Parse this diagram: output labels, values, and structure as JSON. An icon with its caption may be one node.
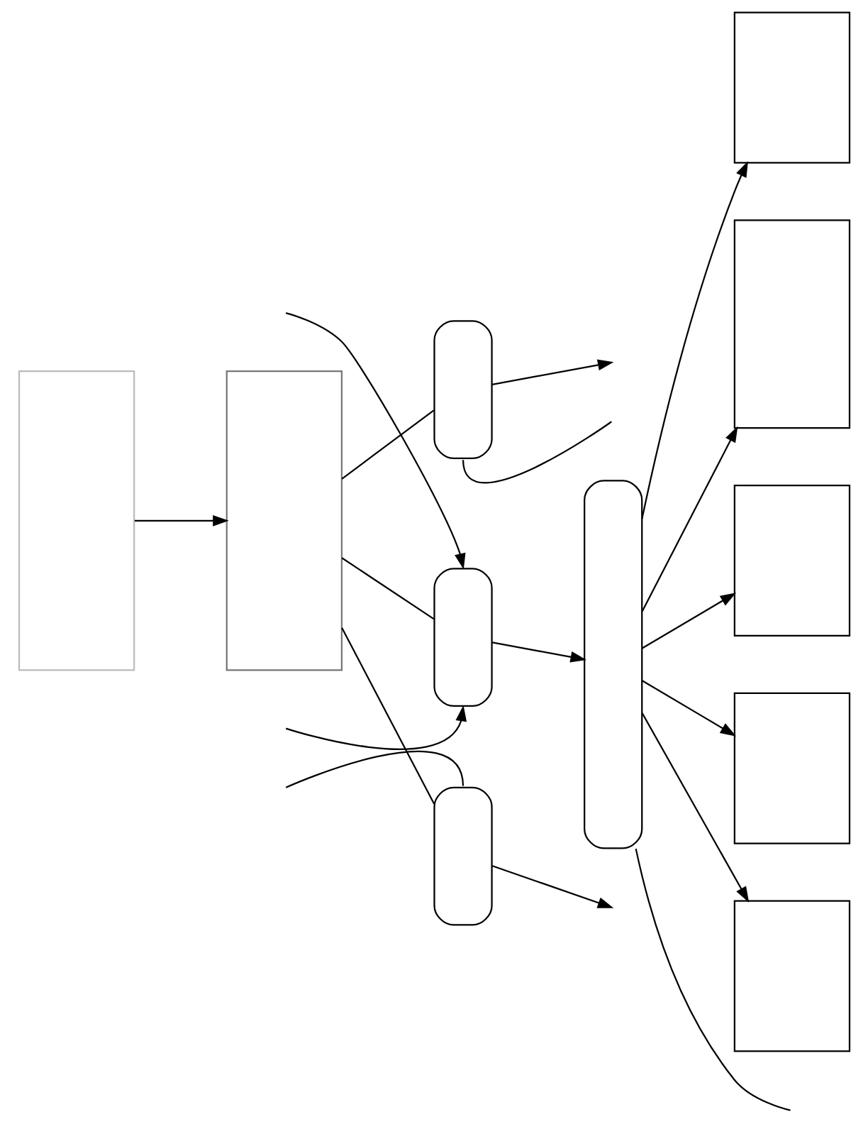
{
  "diagram": {
    "nodes": [
      {
        "text": [],
        "shape": "box"
      },
      {
        "text": [],
        "shape": "box"
      },
      {
        "text": [],
        "shape": "capsule"
      },
      {
        "text": [],
        "shape": "capsule"
      },
      {
        "text": [],
        "shape": "capsule"
      },
      {
        "text": [],
        "shape": "capsule"
      },
      {
        "text": [],
        "shape": "box"
      },
      {
        "text": [],
        "shape": "box"
      },
      {
        "text": [],
        "shape": "box"
      },
      {
        "text": [],
        "shape": "box"
      },
      {
        "text": [],
        "shape": "box"
      }
    ],
    "edges": [
      {
        "from": 0,
        "to": 1,
        "arrow": "to"
      },
      {
        "from": 1,
        "to": 2,
        "arrow": "none"
      },
      {
        "from": 1,
        "to": 3,
        "arrow": "none"
      },
      {
        "from": 1,
        "to": 4,
        "arrow": "none"
      },
      {
        "from": 2,
        "to": null,
        "arrow": "none"
      },
      {
        "from": 2,
        "to": null,
        "arrow": "to"
      },
      {
        "from": null,
        "to": 3,
        "arrow": "to"
      },
      {
        "from": null,
        "to": 3,
        "arrow": "to"
      },
      {
        "from": null,
        "to": 4,
        "arrow": "none"
      },
      {
        "from": 4,
        "to": null,
        "arrow": "to"
      },
      {
        "from": 3,
        "to": 5,
        "arrow": "to"
      },
      {
        "from": 5,
        "to": 6,
        "arrow": "to"
      },
      {
        "from": 5,
        "to": 7,
        "arrow": "to"
      },
      {
        "from": 5,
        "to": 8,
        "arrow": "to"
      },
      {
        "from": 5,
        "to": null,
        "arrow": "none"
      },
      {
        "from": 5,
        "to": 9,
        "arrow": "to"
      },
      {
        "from": 5,
        "to": 10,
        "arrow": "to"
      }
    ]
  }
}
